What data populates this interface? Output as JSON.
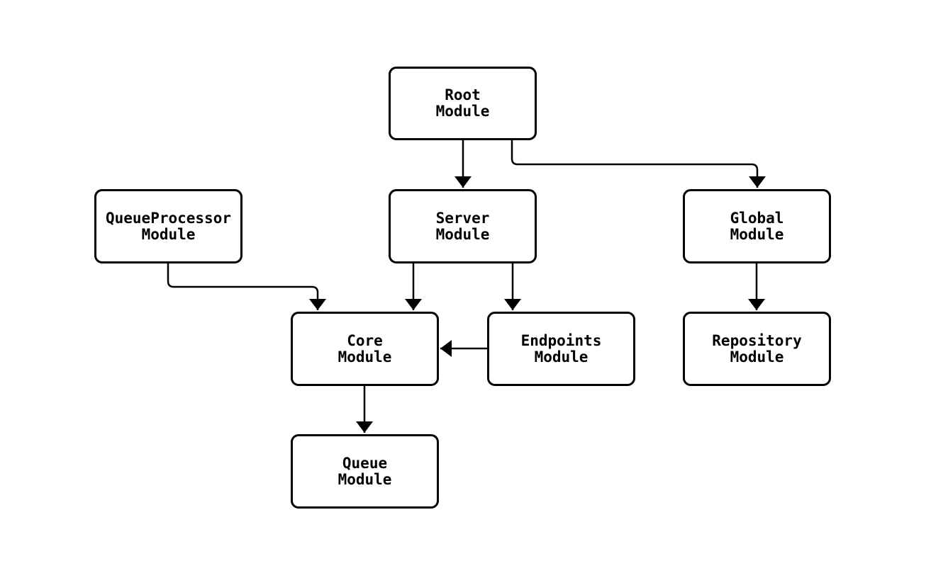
{
  "diagram": {
    "type": "module-dependency-graph",
    "background_color": "#ffffff",
    "node_border_color": "#000000",
    "node_fill_color": "#ffffff",
    "edge_color": "#000000",
    "nodes": {
      "root": {
        "line1": "Root",
        "line2": "Module"
      },
      "queueprocessor": {
        "line1": "QueueProcessor",
        "line2": "Module"
      },
      "server": {
        "line1": "Server",
        "line2": "Module"
      },
      "global": {
        "line1": "Global",
        "line2": "Module"
      },
      "core": {
        "line1": "Core",
        "line2": "Module"
      },
      "endpoints": {
        "line1": "Endpoints",
        "line2": "Module"
      },
      "repository": {
        "line1": "Repository",
        "line2": "Module"
      },
      "queue": {
        "line1": "Queue",
        "line2": "Module"
      }
    },
    "edges": [
      {
        "from": "root",
        "to": "server"
      },
      {
        "from": "root",
        "to": "global"
      },
      {
        "from": "queueprocessor",
        "to": "core"
      },
      {
        "from": "server",
        "to": "core"
      },
      {
        "from": "server",
        "to": "endpoints"
      },
      {
        "from": "endpoints",
        "to": "core"
      },
      {
        "from": "global",
        "to": "repository"
      },
      {
        "from": "core",
        "to": "queue"
      }
    ]
  }
}
